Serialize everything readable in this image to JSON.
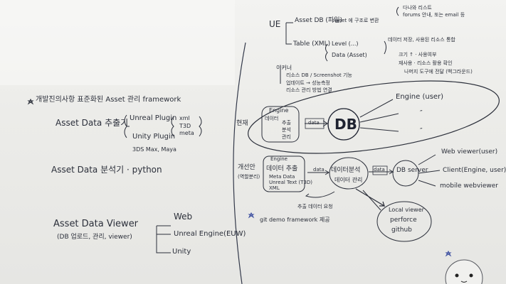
{
  "left": {
    "heading": "개발진의사항  표준화된  Asset 관리 framework",
    "extractor": "Asset Data 추출기",
    "unreal_plugin": "Unreal Plugin",
    "unity_plugin": "Unity Plugin",
    "max_maya": "3DS Max, Maya",
    "formats": [
      "xml",
      "T3D",
      "meta"
    ],
    "analyzer": "Asset Data 분석기 · python",
    "viewer": "Asset Data Viewer",
    "viewer_note": "(DB 업로드, 관리, viewer)",
    "viewer_targets": [
      "Web",
      "Unreal Engine(EUW)",
      "Unity"
    ]
  },
  "right": {
    "ue": "UE",
    "asset_db": "Asset DB (파일)",
    "asset_db_note": "Asset 에 구조로 변환",
    "top_notes": [
      "다나와 리스트",
      "forums 안내, 또는 email 등"
    ],
    "table_label": "Table (XML)",
    "level_label": "Level (...)",
    "data_label": "Data (Asset)",
    "table_notes": [
      "데이터 저장, 사용된 리소스 통합"
    ],
    "mid_notes": [
      "크기 ↑ · 사용여부",
      "재사용 · 리소스 활용 확인"
    ],
    "mid_note3": "나머지 도구에 전달 (백그라운드)",
    "engine_section": "이커너",
    "engine_notes": [
      "리소스 DB / Screenshot 기능",
      "업데이트 → 성능측정",
      "리소스 관리 방법 연결"
    ],
    "current_label": "현재",
    "engine": "Engine",
    "engine_items": [
      "데이터",
      "추출",
      "분석",
      "관리"
    ],
    "data_arrow": "data",
    "db": "DB",
    "engine_user": "Engine (user)",
    "ditto": "″",
    "improve_label": "개선안",
    "improve_sub": "(역할분리)",
    "extract_title": "데이터 추출",
    "extract_items": [
      "Meta Data",
      "Unreal Text (T3D)",
      "XML"
    ],
    "analysis_title": "데이터분석",
    "analysis_sub": "데이터 관리",
    "data_tag": "data",
    "data_tag2": "data",
    "db_server": "DB server",
    "outputs": [
      "Web viewer(user)",
      "Client(Engine, user)",
      "mobile webviewer"
    ],
    "request_label": "추출 데이터 요청",
    "local_viewer": "Local viewer",
    "perforce": "perforce",
    "github": "github",
    "git_demo": "git  demo  framework  제공"
  }
}
